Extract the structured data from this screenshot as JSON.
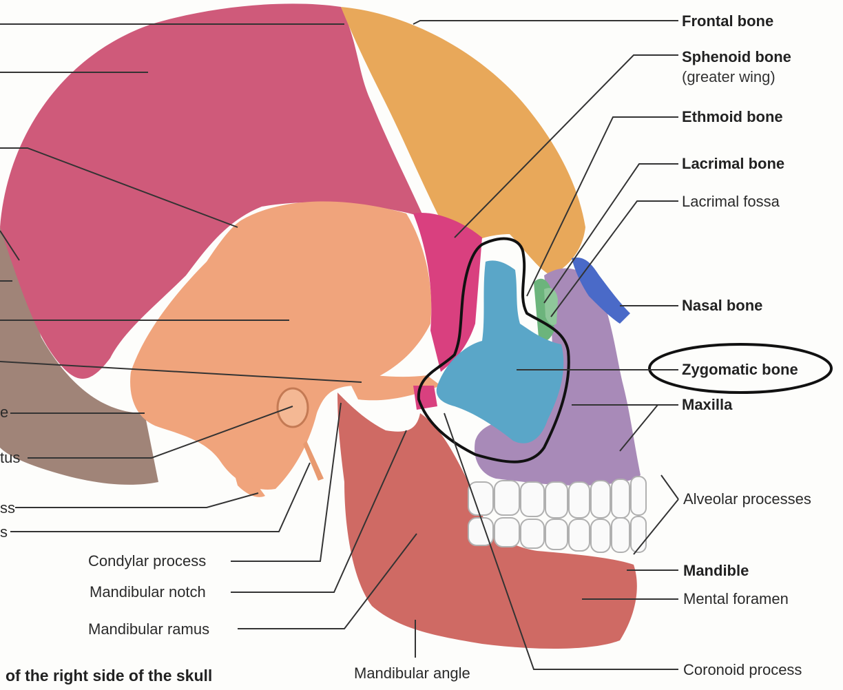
{
  "labels": {
    "frontal": "Frontal bone",
    "sphenoid": "Sphenoid bone",
    "sphenoid_sub": "(greater wing)",
    "ethmoid": "Ethmoid bone",
    "lacrimal": "Lacrimal bone",
    "lacrimal_fossa": "Lacrimal fossa",
    "nasal": "Nasal bone",
    "zygomatic": "Zygomatic bone",
    "maxilla": "Maxilla",
    "alveolar": "Alveolar processes",
    "mandible": "Mandible",
    "mental_foramen": "Mental foramen",
    "coronoid": "Coronoid process",
    "condylar": "Condylar process",
    "mandibular_notch": "Mandibular notch",
    "mandibular_ramus": "Mandibular ramus",
    "mandibular_angle": "Mandibular angle"
  },
  "left_fragments": {
    "f1": "e",
    "f2": "tus",
    "f3": "ss",
    "f4": "s"
  },
  "caption": "of the right side of the skull",
  "colors": {
    "parietal": "#cf5a7a",
    "frontal": "#e8a85a",
    "temporal": "#f0a47c",
    "occipital": "#a08478",
    "sphenoid": "#d9407f",
    "zygomatic": "#5aa6c8",
    "maxilla": "#a88ab8",
    "nasal": "#4a6ac8",
    "ethmoid": "#6cb47c",
    "mandible": "#cf6a64",
    "teeth": "#fafafa",
    "annotation": "#111111"
  }
}
